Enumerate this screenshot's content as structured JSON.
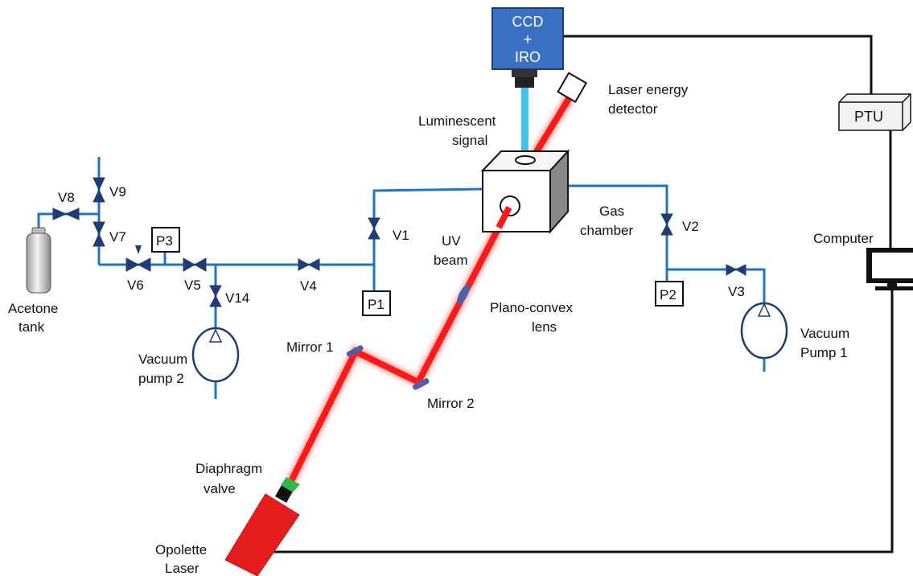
{
  "colors": {
    "pipe": "#1f74c4",
    "valve": "#1f3c74",
    "laser_beam": "#ff1a1a",
    "laser_body": "#e51c1c",
    "camera": "#3a6fc4",
    "luminescent_beam": "#3fc3ee",
    "mirror": "#4d5fa8",
    "diaphragm": "#2eb84a",
    "wire": "#111111"
  },
  "camera": {
    "line1": "CCD",
    "line2": "+",
    "line3": "IRO"
  },
  "labels": {
    "ptu": "PTU",
    "computer": "Computer",
    "laser_energy_1": "Laser energy",
    "laser_energy_2": "detector",
    "luminescent_1": "Luminescent",
    "luminescent_2": "signal",
    "gas_1": "Gas",
    "gas_2": "chamber",
    "uv_1": "UV",
    "uv_2": "beam",
    "lens_1": "Plano-convex",
    "lens_2": "lens",
    "mirror1": "Mirror 1",
    "mirror2": "Mirror 2",
    "diaphragm_1": "Diaphragm",
    "diaphragm_2": "valve",
    "laser_1": "Opolette",
    "laser_2": "Laser",
    "acetone_1": "Acetone",
    "acetone_2": "tank",
    "vp2_1": "Vacuum",
    "vp2_2": "pump 2",
    "vp1_1": "Vacuum",
    "vp1_2": "Pump 1"
  },
  "valves": {
    "v1": "V1",
    "v2": "V2",
    "v3": "V3",
    "v4": "V4",
    "v5": "V5",
    "v6": "V6",
    "v7": "V7",
    "v8": "V8",
    "v9": "V9",
    "v14": "V14"
  },
  "gauges": {
    "p1": "P1",
    "p2": "P2",
    "p3": "P3"
  }
}
